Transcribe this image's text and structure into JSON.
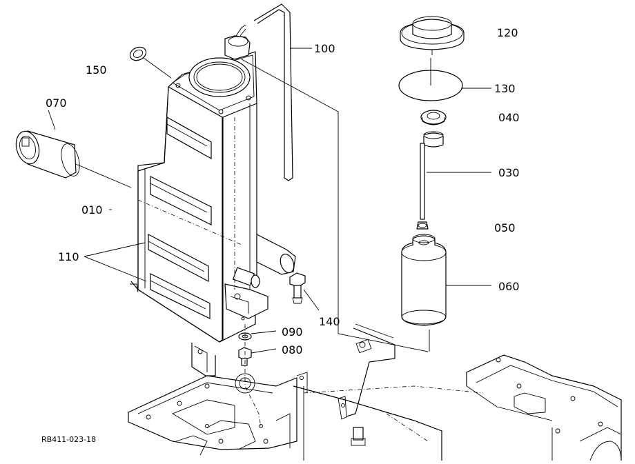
{
  "diagram": {
    "reference_code": "RB411-023-18",
    "parts": [
      {
        "key": "p100",
        "label": "100"
      },
      {
        "key": "p120",
        "label": "120"
      },
      {
        "key": "p130",
        "label": "130"
      },
      {
        "key": "p150",
        "label": "150"
      },
      {
        "key": "p070",
        "label": "070"
      },
      {
        "key": "p040",
        "label": "040"
      },
      {
        "key": "p030",
        "label": "030"
      },
      {
        "key": "p010",
        "label": "010"
      },
      {
        "key": "p050",
        "label": "050"
      },
      {
        "key": "p110",
        "label": "110"
      },
      {
        "key": "p060",
        "label": "060"
      },
      {
        "key": "p140",
        "label": "140"
      },
      {
        "key": "p090",
        "label": "090"
      },
      {
        "key": "p080",
        "label": "080"
      }
    ]
  }
}
